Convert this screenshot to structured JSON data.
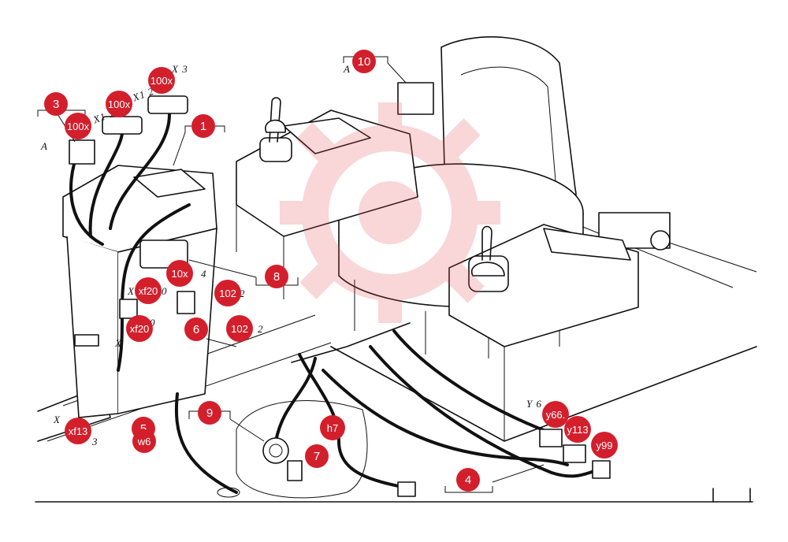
{
  "diagram": {
    "callouts": [
      {
        "id": "c1",
        "text": "1"
      },
      {
        "id": "c3",
        "text": "3"
      },
      {
        "id": "c4",
        "text": "4"
      },
      {
        "id": "c5",
        "text": "5"
      },
      {
        "id": "c6",
        "text": "6"
      },
      {
        "id": "c7",
        "text": "7"
      },
      {
        "id": "c8",
        "text": "8"
      },
      {
        "id": "c9",
        "text": "9"
      },
      {
        "id": "c10",
        "text": "10"
      },
      {
        "id": "x100a",
        "text": "100x"
      },
      {
        "id": "x100b",
        "text": "100x"
      },
      {
        "id": "x100c",
        "text": "100x"
      },
      {
        "id": "x10",
        "text": "10x"
      },
      {
        "id": "xf20a",
        "text": "xf20"
      },
      {
        "id": "xf20b",
        "text": "xf20"
      },
      {
        "id": "x102a",
        "text": "102"
      },
      {
        "id": "x102b",
        "text": "102"
      },
      {
        "id": "xf13",
        "text": "xf13"
      },
      {
        "id": "w6",
        "text": "w6"
      },
      {
        "id": "h7",
        "text": "h7"
      },
      {
        "id": "y66",
        "text": "y66."
      },
      {
        "id": "y113",
        "text": "y113"
      },
      {
        "id": "y99",
        "text": "y99"
      }
    ],
    "labels": [
      {
        "id": "l-a",
        "text": "A"
      },
      {
        "id": "l-x1a",
        "text": "X1 1"
      },
      {
        "id": "l-x1b",
        "text": "X1 2"
      },
      {
        "id": "l-x3",
        "text": "X 3"
      },
      {
        "id": "l-a10",
        "text": "A"
      },
      {
        "id": "l-4",
        "text": "4"
      },
      {
        "id": "l-x20",
        "text": "X"
      },
      {
        "id": "l-0a",
        "text": "0"
      },
      {
        "id": "l-2a",
        "text": "2"
      },
      {
        "id": "l-2b",
        "text": "2"
      },
      {
        "id": "l-x20b",
        "text": "X"
      },
      {
        "id": "l-0b",
        "text": "0"
      },
      {
        "id": "l-x13",
        "text": "X"
      },
      {
        "id": "l-3",
        "text": "3"
      },
      {
        "id": "l-y6",
        "text": "Y 6"
      }
    ]
  },
  "colors": {
    "callout": "#d31f2c",
    "line": "#111111",
    "watermark": "#e5484d"
  }
}
